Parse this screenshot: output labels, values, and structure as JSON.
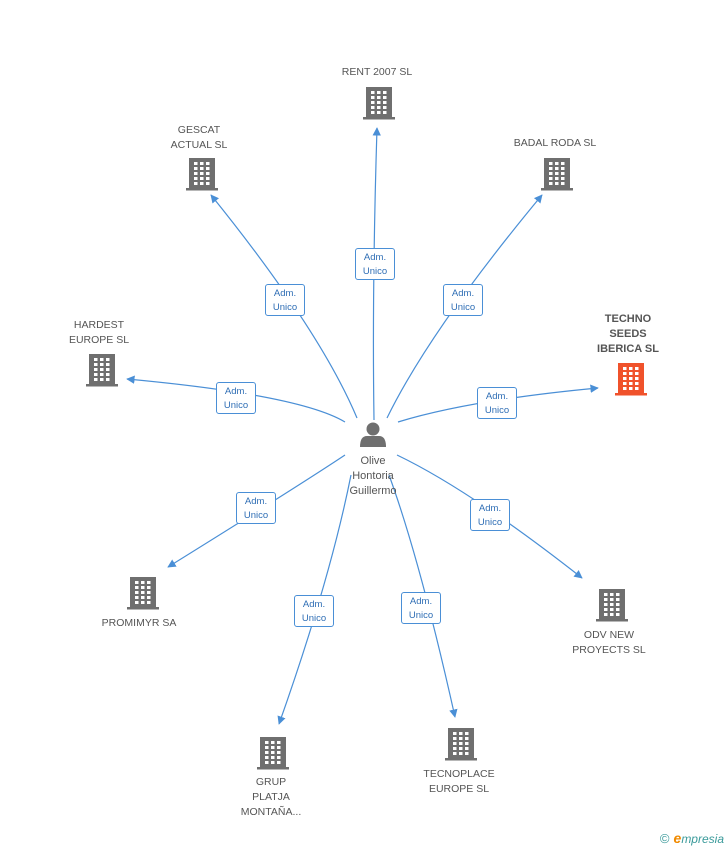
{
  "center": {
    "name_lines": [
      "Olive",
      "Hontoria",
      "Guillermo"
    ],
    "icon": "person-icon"
  },
  "edge_label_lines": [
    "Adm.",
    "Unico"
  ],
  "companies": [
    {
      "id": "rent-2007-sl",
      "lines": [
        "RENT 2007 SL"
      ],
      "highlight": false
    },
    {
      "id": "gescat-actual-sl",
      "lines": [
        "GESCAT",
        "ACTUAL SL"
      ],
      "highlight": false
    },
    {
      "id": "badal-roda-sl",
      "lines": [
        "BADAL RODA SL"
      ],
      "highlight": false
    },
    {
      "id": "hardest-europe-sl",
      "lines": [
        "HARDEST",
        "EUROPE SL"
      ],
      "highlight": false
    },
    {
      "id": "techno-seeds-iberica-sl",
      "lines": [
        "TECHNO",
        "SEEDS",
        "IBERICA SL"
      ],
      "highlight": true
    },
    {
      "id": "promimyr-sa",
      "lines": [
        "PROMIMYR SA"
      ],
      "highlight": false
    },
    {
      "id": "odv-new-proyects-sl",
      "lines": [
        "ODV NEW",
        "PROYECTS  SL"
      ],
      "highlight": false
    },
    {
      "id": "grup-platja-montana",
      "lines": [
        "GRUP",
        "PLATJA",
        "MONTAÑA..."
      ],
      "highlight": false
    },
    {
      "id": "tecnoplace-europe-sl",
      "lines": [
        "TECNOPLACE",
        "EUROPE SL"
      ],
      "highlight": false
    }
  ],
  "colors": {
    "edge": "#4a8fd6",
    "building": "#6f6f6f",
    "building_highlight": "#f0522b",
    "person": "#6f6f6f"
  },
  "footer": {
    "copyright": "©",
    "brand_initial": "e",
    "brand_rest": "mpresia"
  }
}
